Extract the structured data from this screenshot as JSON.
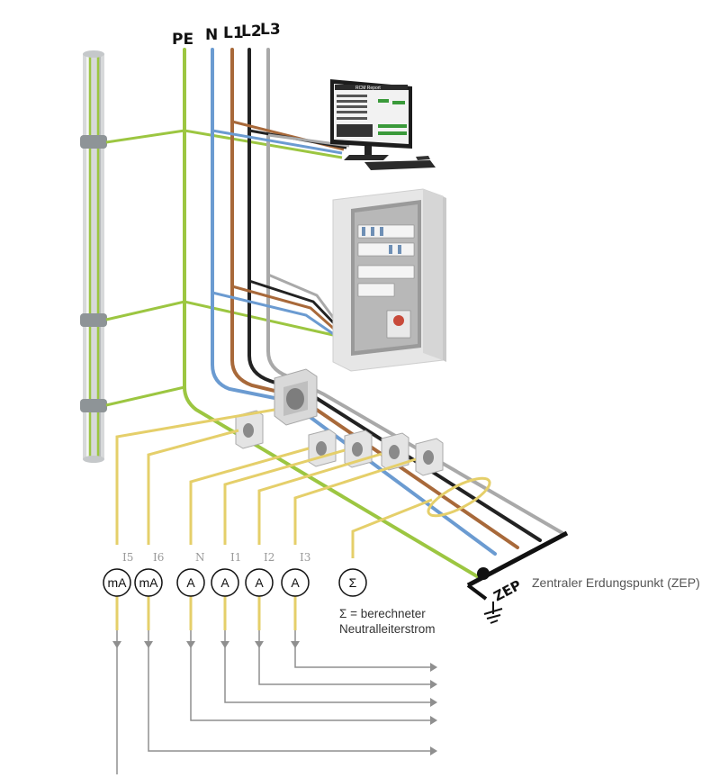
{
  "conductors": {
    "pe": "PE",
    "n": "N",
    "l1": "L1",
    "l2": "L2",
    "l3": "L3"
  },
  "channels": [
    "I5",
    "I6",
    "N",
    "I1",
    "I2",
    "I3"
  ],
  "meters": [
    "mA",
    "mA",
    "A",
    "A",
    "A",
    "A",
    "Σ"
  ],
  "sum_note": {
    "line1": "Σ = berechneter",
    "line2": "Neutralleiterstrom"
  },
  "zep": {
    "label": "ZEP",
    "description": "Zentraler Erdungspunkt (ZEP)"
  },
  "monitor_title": "RCM Report",
  "colors": {
    "pe": "#9cc641",
    "n": "#6b9bd1",
    "l1": "#a8693a",
    "l2": "#222222",
    "l3": "#a9a9a9",
    "signal": "#e5cf6a",
    "arrow": "#8f8f8f"
  }
}
